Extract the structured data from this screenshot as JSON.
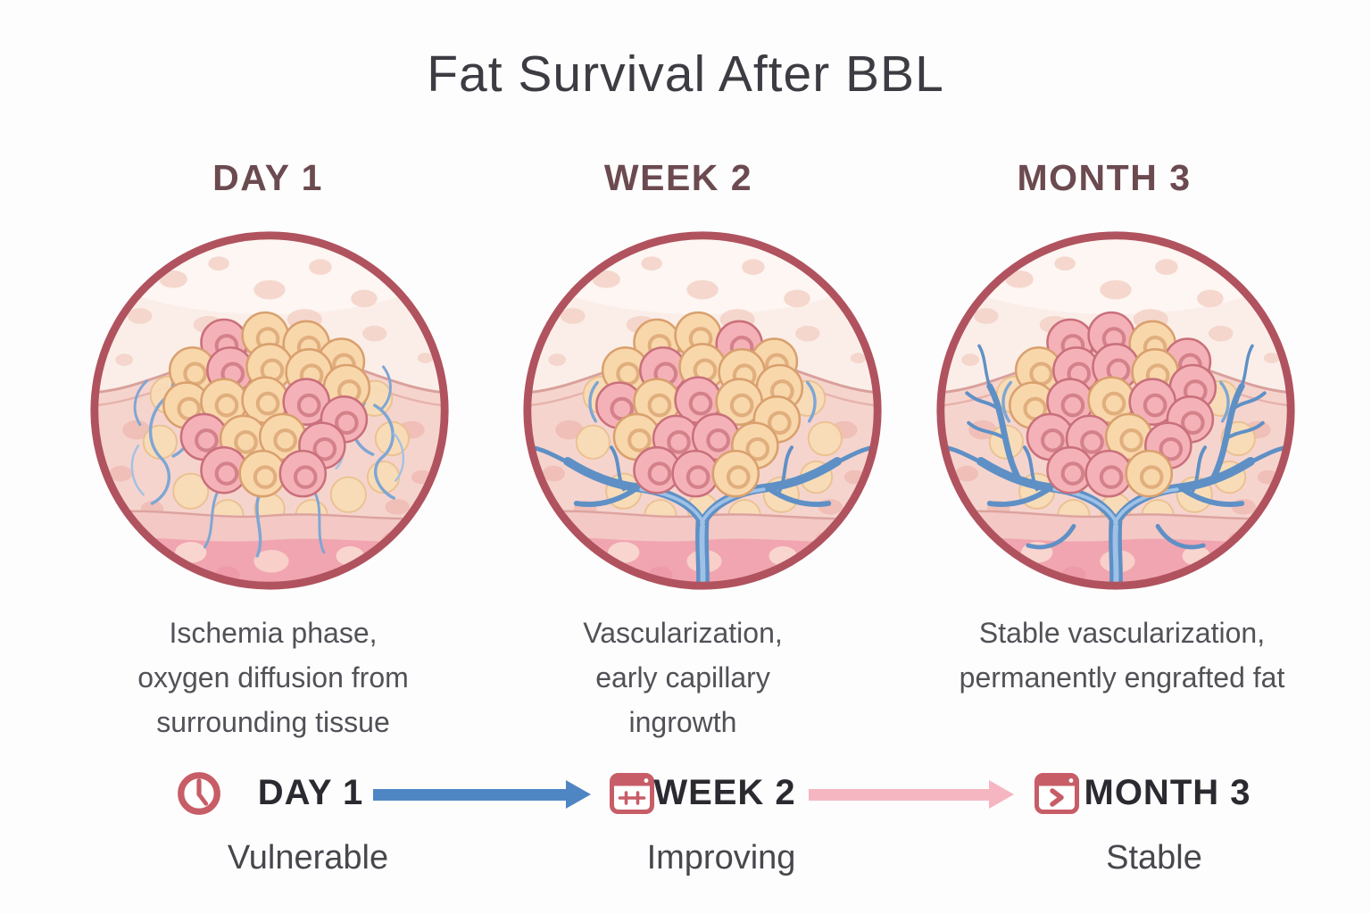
{
  "title": "Fat Survival After BBL",
  "panels": [
    {
      "header": "DAY 1",
      "description_lines": [
        "Ischemia phase,",
        "oxygen diffusion from",
        "surrounding tissue"
      ],
      "illustration": "fat-graft-sparse-capillaries"
    },
    {
      "header": "WEEK 2",
      "description_lines": [
        "Vascularization,",
        "early capillary",
        "ingrowth"
      ],
      "illustration": "fat-graft-early-vascular-tree"
    },
    {
      "header": "MONTH 3",
      "description_lines": [
        "Stable vascularization,",
        "permanently engrafted fat"
      ],
      "illustration": "fat-graft-stable-vascular-tree"
    }
  ],
  "timeline": {
    "steps": [
      {
        "icon": "clock-icon",
        "label": "DAY 1",
        "status": "Vulnerable"
      },
      {
        "icon": "calendar-icon",
        "label": "WEEK 2",
        "status": "Improving"
      },
      {
        "icon": "window-arrow-icon",
        "label": "MONTH 3",
        "status": "Stable"
      }
    ],
    "arrows": [
      {
        "name": "arrow-day1-to-week2",
        "color": "#4e86c4"
      },
      {
        "name": "arrow-week2-to-month3",
        "color": "#f5b6c2"
      }
    ]
  },
  "colors": {
    "circle_border": "#b0535f",
    "accent_red": "#c75d67",
    "title_text": "#3c3c43",
    "header_text": "#6b4a50",
    "body_text": "#515157",
    "arrow_blue": "#4e86c4",
    "arrow_pink": "#f5b6c2",
    "vessel_blue": "#5f90c5",
    "fat_cell_orange": "#f8d7ab",
    "fat_cell_pink": "#f4b2b8"
  }
}
